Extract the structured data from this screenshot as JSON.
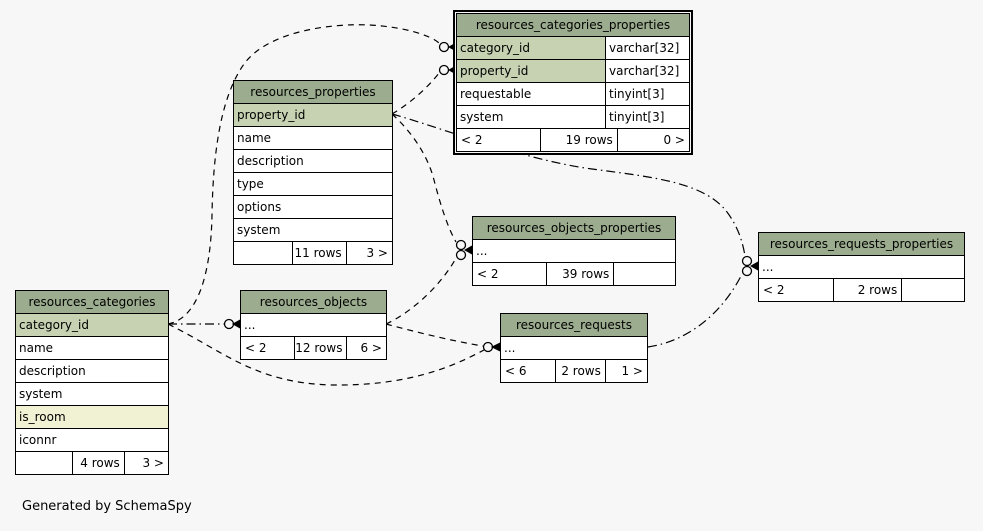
{
  "page": {
    "background": "#f7f7f7",
    "caption": "Generated by SchemaSpy"
  },
  "colors": {
    "table_header_bg": "#9cac8e",
    "primary_key_bg": "#c6d2b2",
    "indexed_column_bg": "#f1f1d3",
    "row_bg": "#ffffff",
    "border": "#000000"
  },
  "tables": [
    {
      "name": "resources_categories_properties",
      "focus": true,
      "columns": [
        {
          "label": "category_id",
          "type": "varchar[32]",
          "style": "key"
        },
        {
          "label": "property_id",
          "type": "varchar[32]",
          "style": "key"
        },
        {
          "label": "requestable",
          "type": "tinyint[3]",
          "style": "normal"
        },
        {
          "label": "system",
          "type": "tinyint[3]",
          "style": "normal"
        }
      ],
      "footer": {
        "left": "< 2",
        "middle": "19 rows",
        "right": "0 >"
      }
    },
    {
      "name": "resources_properties",
      "focus": false,
      "columns": [
        {
          "label": "property_id",
          "style": "key"
        },
        {
          "label": "name",
          "style": "normal"
        },
        {
          "label": "description",
          "style": "normal"
        },
        {
          "label": "type",
          "style": "normal"
        },
        {
          "label": "options",
          "style": "normal"
        },
        {
          "label": "system",
          "style": "normal"
        }
      ],
      "footer": {
        "left": "",
        "middle": "11 rows",
        "right": "3 >"
      }
    },
    {
      "name": "resources_categories",
      "focus": false,
      "columns": [
        {
          "label": "category_id",
          "style": "key"
        },
        {
          "label": "name",
          "style": "normal"
        },
        {
          "label": "description",
          "style": "normal"
        },
        {
          "label": "system",
          "style": "normal"
        },
        {
          "label": "is_room",
          "style": "indexed"
        },
        {
          "label": "iconnr",
          "style": "normal"
        }
      ],
      "footer": {
        "left": "",
        "middle": "4 rows",
        "right": "3 >"
      }
    },
    {
      "name": "resources_objects",
      "focus": false,
      "columns": [
        {
          "label": "...",
          "style": "normal"
        }
      ],
      "footer": {
        "left": "< 2",
        "middle": "12 rows",
        "right": "6 >"
      }
    },
    {
      "name": "resources_objects_properties",
      "focus": false,
      "columns": [
        {
          "label": "...",
          "style": "normal"
        }
      ],
      "footer": {
        "left": "< 2",
        "middle": "39 rows",
        "right": ""
      }
    },
    {
      "name": "resources_requests_properties",
      "focus": false,
      "columns": [
        {
          "label": "...",
          "style": "normal"
        }
      ],
      "footer": {
        "left": "< 2",
        "middle": "2 rows",
        "right": ""
      }
    },
    {
      "name": "resources_requests",
      "focus": false,
      "columns": [
        {
          "label": "...",
          "style": "normal"
        }
      ],
      "footer": {
        "left": "< 6",
        "middle": "2 rows",
        "right": "1 >"
      }
    }
  ],
  "relationships": [
    {
      "from": "resources_categories.category_id",
      "to": "resources_categories_properties.category_id"
    },
    {
      "from": "resources_categories.category_id",
      "to": "resources_objects"
    },
    {
      "from": "resources_categories.category_id",
      "to": "resources_requests"
    },
    {
      "from": "resources_properties.property_id",
      "to": "resources_categories_properties.property_id"
    },
    {
      "from": "resources_properties.property_id",
      "to": "resources_objects_properties"
    },
    {
      "from": "resources_properties.property_id",
      "to": "resources_requests_properties"
    },
    {
      "from": "resources_objects",
      "to": "resources_objects_properties"
    },
    {
      "from": "resources_objects",
      "to": "resources_requests"
    },
    {
      "from": "resources_requests",
      "to": "resources_requests_properties"
    }
  ]
}
